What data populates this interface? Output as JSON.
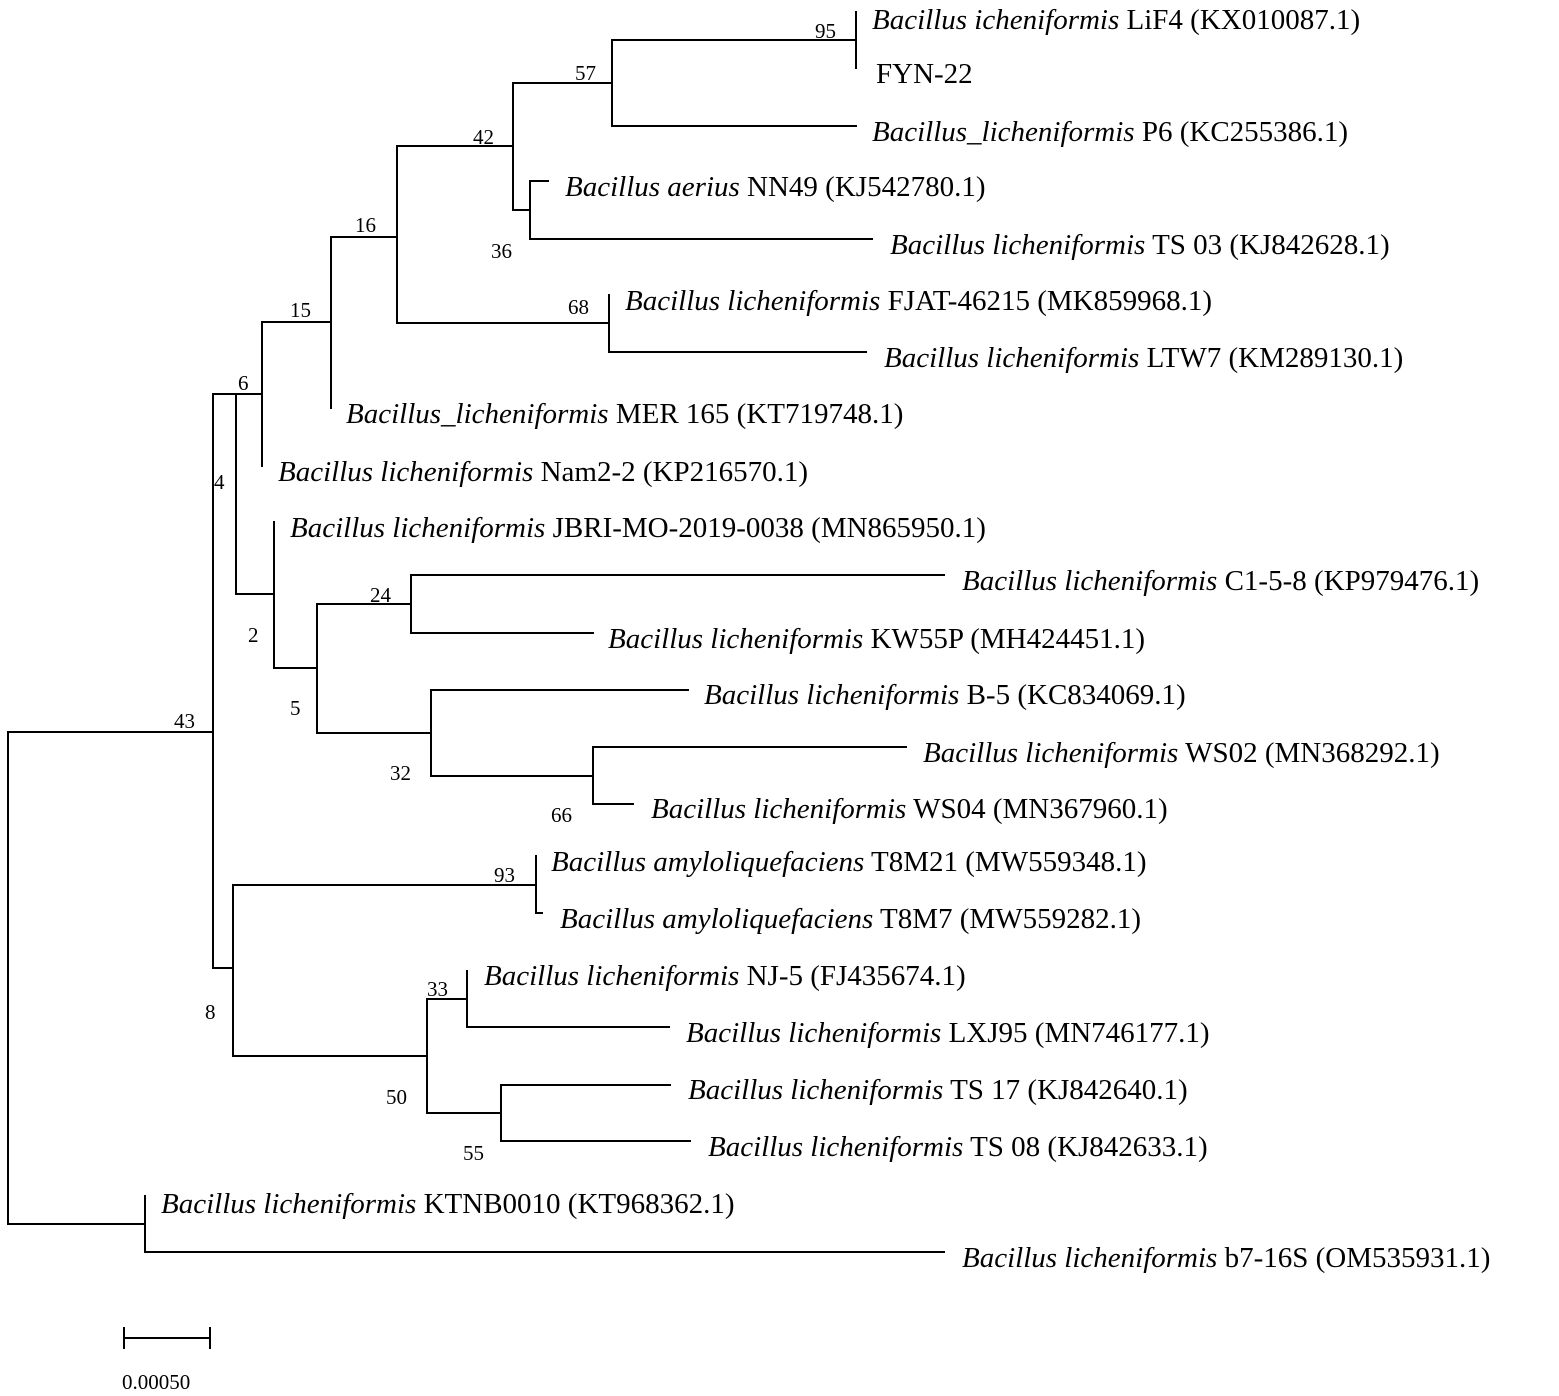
{
  "tree": {
    "leaves": [
      {
        "species": "Bacillus icheniformis",
        "strain": " LiF4 (KX010087.1)"
      },
      {
        "species": "",
        "strain": "FYN-22"
      },
      {
        "species": "Bacillus_licheniformis",
        "strain": " P6 (KC255386.1)"
      },
      {
        "species": "Bacillus aerius",
        "strain": " NN49 (KJ542780.1)"
      },
      {
        "species": "Bacillus licheniformis",
        "strain": " TS 03 (KJ842628.1)"
      },
      {
        "species": "Bacillus licheniformis",
        "strain": " FJAT-46215 (MK859968.1)"
      },
      {
        "species": "Bacillus licheniformis",
        "strain": " LTW7 (KM289130.1)"
      },
      {
        "species": "Bacillus_licheniformis",
        "strain": " MER 165 (KT719748.1)"
      },
      {
        "species": "Bacillus licheniformis",
        "strain": " Nam2-2 (KP216570.1)"
      },
      {
        "species": "Bacillus licheniformis",
        "strain": " JBRI-MO-2019-0038 (MN865950.1)"
      },
      {
        "species": "Bacillus licheniformis",
        "strain": " C1-5-8 (KP979476.1)"
      },
      {
        "species": "Bacillus licheniformis",
        "strain": " KW55P (MH424451.1)"
      },
      {
        "species": "Bacillus licheniformis",
        "strain": " B-5 (KC834069.1)"
      },
      {
        "species": "Bacillus licheniformis",
        "strain": " WS02 (MN368292.1)"
      },
      {
        "species": "Bacillus licheniformis",
        "strain": " WS04 (MN367960.1)"
      },
      {
        "species": "Bacillus amyloliquefaciens",
        "strain": " T8M21 (MW559348.1)"
      },
      {
        "species": "Bacillus amyloliquefaciens",
        "strain": " T8M7 (MW559282.1)"
      },
      {
        "species": "Bacillus licheniformis",
        "strain": " NJ-5 (FJ435674.1)"
      },
      {
        "species": "Bacillus licheniformis",
        "strain": " LXJ95 (MN746177.1)"
      },
      {
        "species": "Bacillus licheniformis",
        "strain": " TS 17 (KJ842640.1)"
      },
      {
        "species": "Bacillus licheniformis",
        "strain": " TS 08 (KJ842633.1)"
      },
      {
        "species": "Bacillus licheniformis",
        "strain": " KTNB0010 (KT968362.1)"
      },
      {
        "species": "Bacillus licheniformis",
        "strain": " b7-16S (OM535931.1)"
      }
    ],
    "bootstrap": [
      "95",
      "57",
      "42",
      "36",
      "16",
      "68",
      "15",
      "6",
      "4",
      "2",
      "24",
      "5",
      "32",
      "66",
      "93",
      "33",
      "50",
      "55",
      "8",
      "43"
    ],
    "scale_bar": "0.00050"
  }
}
